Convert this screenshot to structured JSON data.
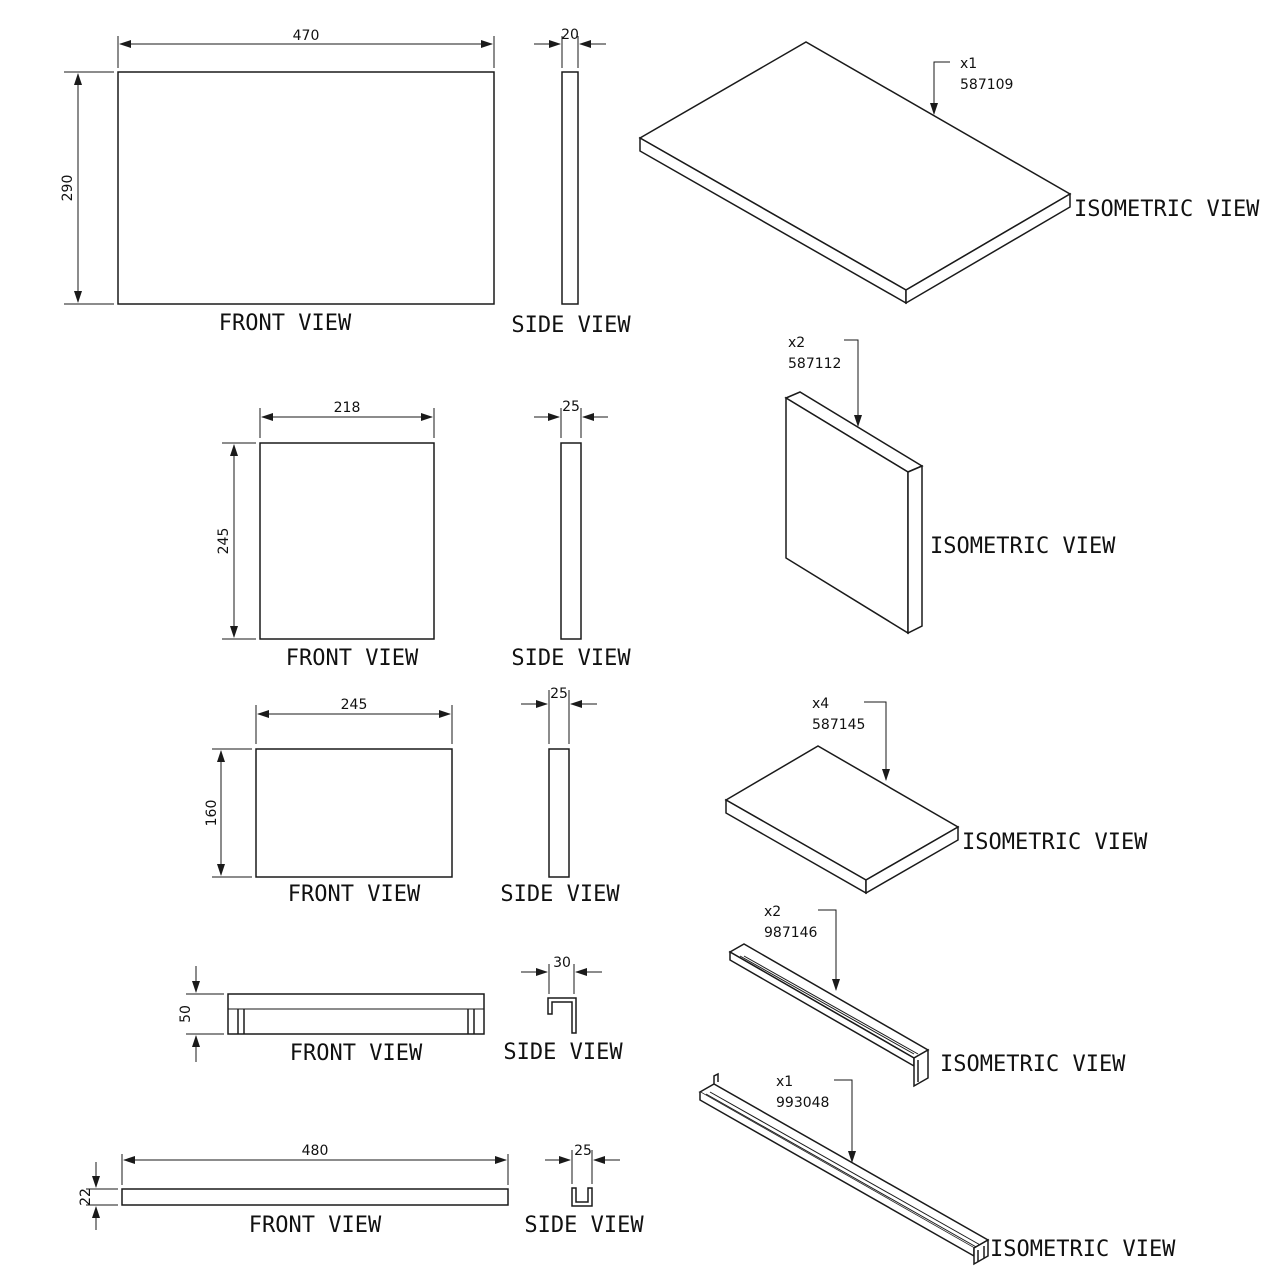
{
  "views": {
    "front": "FRONT VIEW",
    "side": "SIDE VIEW",
    "iso": "ISOMETRIC VIEW"
  },
  "parts": [
    {
      "qty": "x1",
      "code": "587109",
      "front_width": "470",
      "front_height": "290",
      "side_thickness": "20"
    },
    {
      "qty": "x2",
      "code": "587112",
      "front_width": "218",
      "front_height": "245",
      "side_thickness": "25"
    },
    {
      "qty": "x4",
      "code": "587145",
      "front_width": "245",
      "front_height": "160",
      "side_thickness": "25"
    },
    {
      "qty": "x2",
      "code": "987146",
      "front_height": "50",
      "side_thickness": "30"
    },
    {
      "qty": "x1",
      "code": "993048",
      "front_width": "480",
      "front_height": "22",
      "side_thickness": "25"
    }
  ]
}
